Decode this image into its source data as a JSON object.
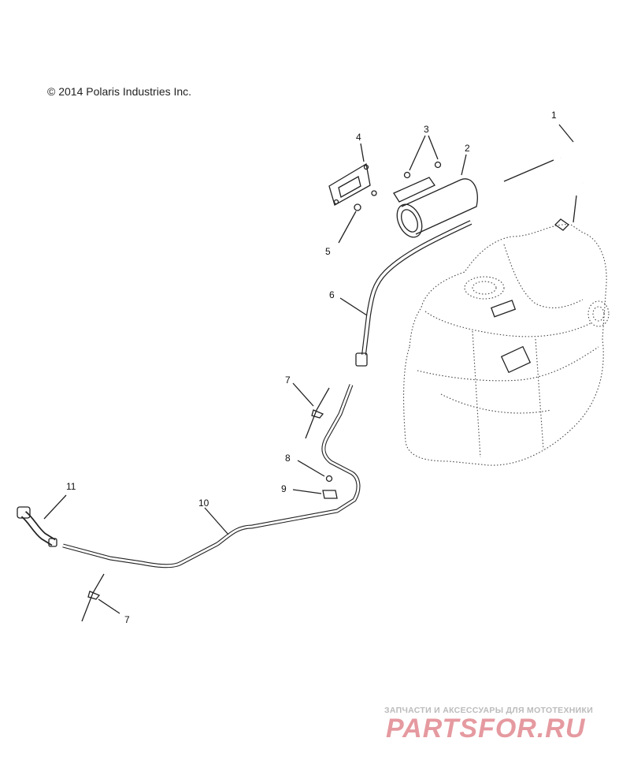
{
  "copyright": "© 2014 Polaris Industries Inc.",
  "callouts": [
    "1",
    "2",
    "3",
    "4",
    "5",
    "6",
    "7",
    "8",
    "9",
    "10",
    "11",
    "7"
  ],
  "watermark": {
    "subtitle": "ЗАПЧАСТИ И АКСЕССУАРЫ ДЛЯ МОТОТЕХНИКИ",
    "logo": "PARTSFOR.RU",
    "logo_color": "#e59aa0"
  }
}
